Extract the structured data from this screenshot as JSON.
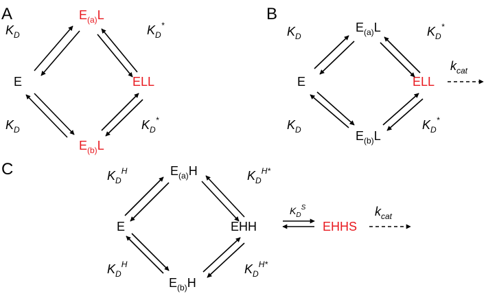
{
  "colors": {
    "highlight": "#e8191f",
    "default": "#000000"
  },
  "panels": {
    "A": {
      "label": "A",
      "nodes": {
        "E": "E",
        "EaL": {
          "base": "E",
          "sub": "(a)",
          "tail": "L"
        },
        "ELL": "ELL",
        "EbL": {
          "base": "E",
          "sub": "(b)",
          "tail": "L"
        }
      },
      "constants": {
        "top_left": {
          "main": "K",
          "sub": "D",
          "sup": ""
        },
        "top_right": {
          "main": "K",
          "sub": "D",
          "sup": "*"
        },
        "bottom_left": {
          "main": "K",
          "sub": "D",
          "sup": ""
        },
        "bottom_right": {
          "main": "K",
          "sub": "D",
          "sup": "*"
        }
      }
    },
    "B": {
      "label": "B",
      "nodes": {
        "E": "E",
        "EaL": {
          "base": "E",
          "sub": "(a)",
          "tail": "L"
        },
        "ELL": "ELL",
        "EbL": {
          "base": "E",
          "sub": "(b)",
          "tail": "L"
        }
      },
      "constants": {
        "top_left": {
          "main": "K",
          "sub": "D",
          "sup": ""
        },
        "top_right": {
          "main": "K",
          "sub": "D",
          "sup": "*"
        },
        "bottom_left": {
          "main": "K",
          "sub": "D",
          "sup": ""
        },
        "bottom_right": {
          "main": "K",
          "sub": "D",
          "sup": "*"
        },
        "kcat": {
          "main": "k",
          "sub": "cat"
        }
      }
    },
    "C": {
      "label": "C",
      "nodes": {
        "E": "E",
        "EaH": {
          "base": "E",
          "sub": "(a)",
          "tail": "H"
        },
        "EHH": "EHH",
        "EbH": {
          "base": "E",
          "sub": "(b)",
          "tail": "H"
        },
        "EHHS": "EHHS"
      },
      "constants": {
        "top_left": {
          "main": "K",
          "sub": "D",
          "sup": "H"
        },
        "top_right": {
          "main": "K",
          "sub": "D",
          "sup": "H*"
        },
        "bottom_left": {
          "main": "K",
          "sub": "D",
          "sup": "H"
        },
        "bottom_right": {
          "main": "K",
          "sub": "D",
          "sup": "H*"
        },
        "kds": {
          "main": "K",
          "sub": "D",
          "sup": "S"
        },
        "kcat": {
          "main": "k",
          "sub": "cat"
        }
      }
    }
  }
}
